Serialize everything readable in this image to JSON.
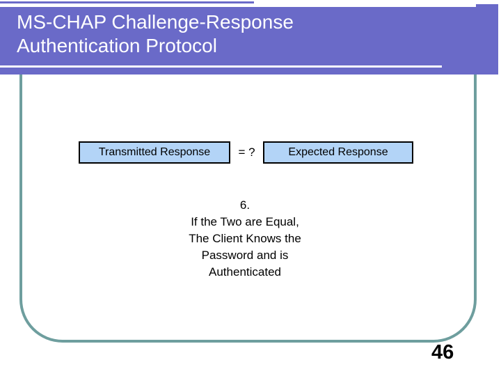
{
  "slide": {
    "title": {
      "line1": "MS-CHAP Challenge-Response",
      "line2": "Authentication Protocol"
    },
    "comparison": {
      "left_box_label": "Transmitted Response",
      "operator": "= ?",
      "right_box_label": "Expected Response"
    },
    "body_text": {
      "lines": [
        "6.",
        "If the Two are Equal,",
        "The Client Knows the",
        "Password and is",
        "Authenticated"
      ]
    },
    "page_number": "46",
    "colors": {
      "title_bar": "#6a6ac8",
      "title_text": "#ffffff",
      "frame_border": "#6e9e9e",
      "box_fill": "#b3d4f7",
      "box_border": "#000000",
      "body_text": "#000000"
    }
  }
}
